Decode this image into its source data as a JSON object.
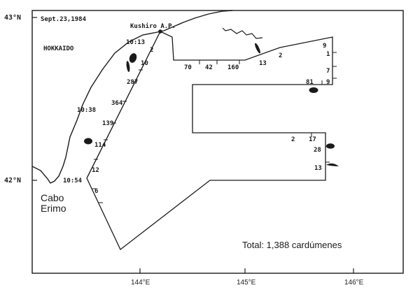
{
  "date": "Sept.23,1984",
  "region_label": "HOKKAIDO",
  "airport_label": "Kushiro A.P.",
  "cape_label_line1": "Cabo",
  "cape_label_line2": "Erimo",
  "total_label": "Total: 1,388 cardúmenes",
  "lat_labels": [
    "43°N",
    "42°N"
  ],
  "lon_labels": [
    "144°E",
    "145°E",
    "146°E"
  ],
  "times": [
    "10:13",
    "10:38",
    "10:54"
  ],
  "counts_west_leg": [
    "2",
    "10",
    "287",
    "364",
    "139",
    "114",
    "12",
    "6"
  ],
  "counts_north_leg": [
    "70",
    "42",
    "160",
    "13",
    "2"
  ],
  "counts_east_leg": [
    "9",
    "1",
    "7",
    "9"
  ],
  "counts_inner_leg": [
    "81"
  ],
  "counts_south_block": [
    "2",
    "17",
    "28",
    "13"
  ],
  "colors": {
    "ink": "#1a1a1a",
    "paper": "#ffffff"
  }
}
